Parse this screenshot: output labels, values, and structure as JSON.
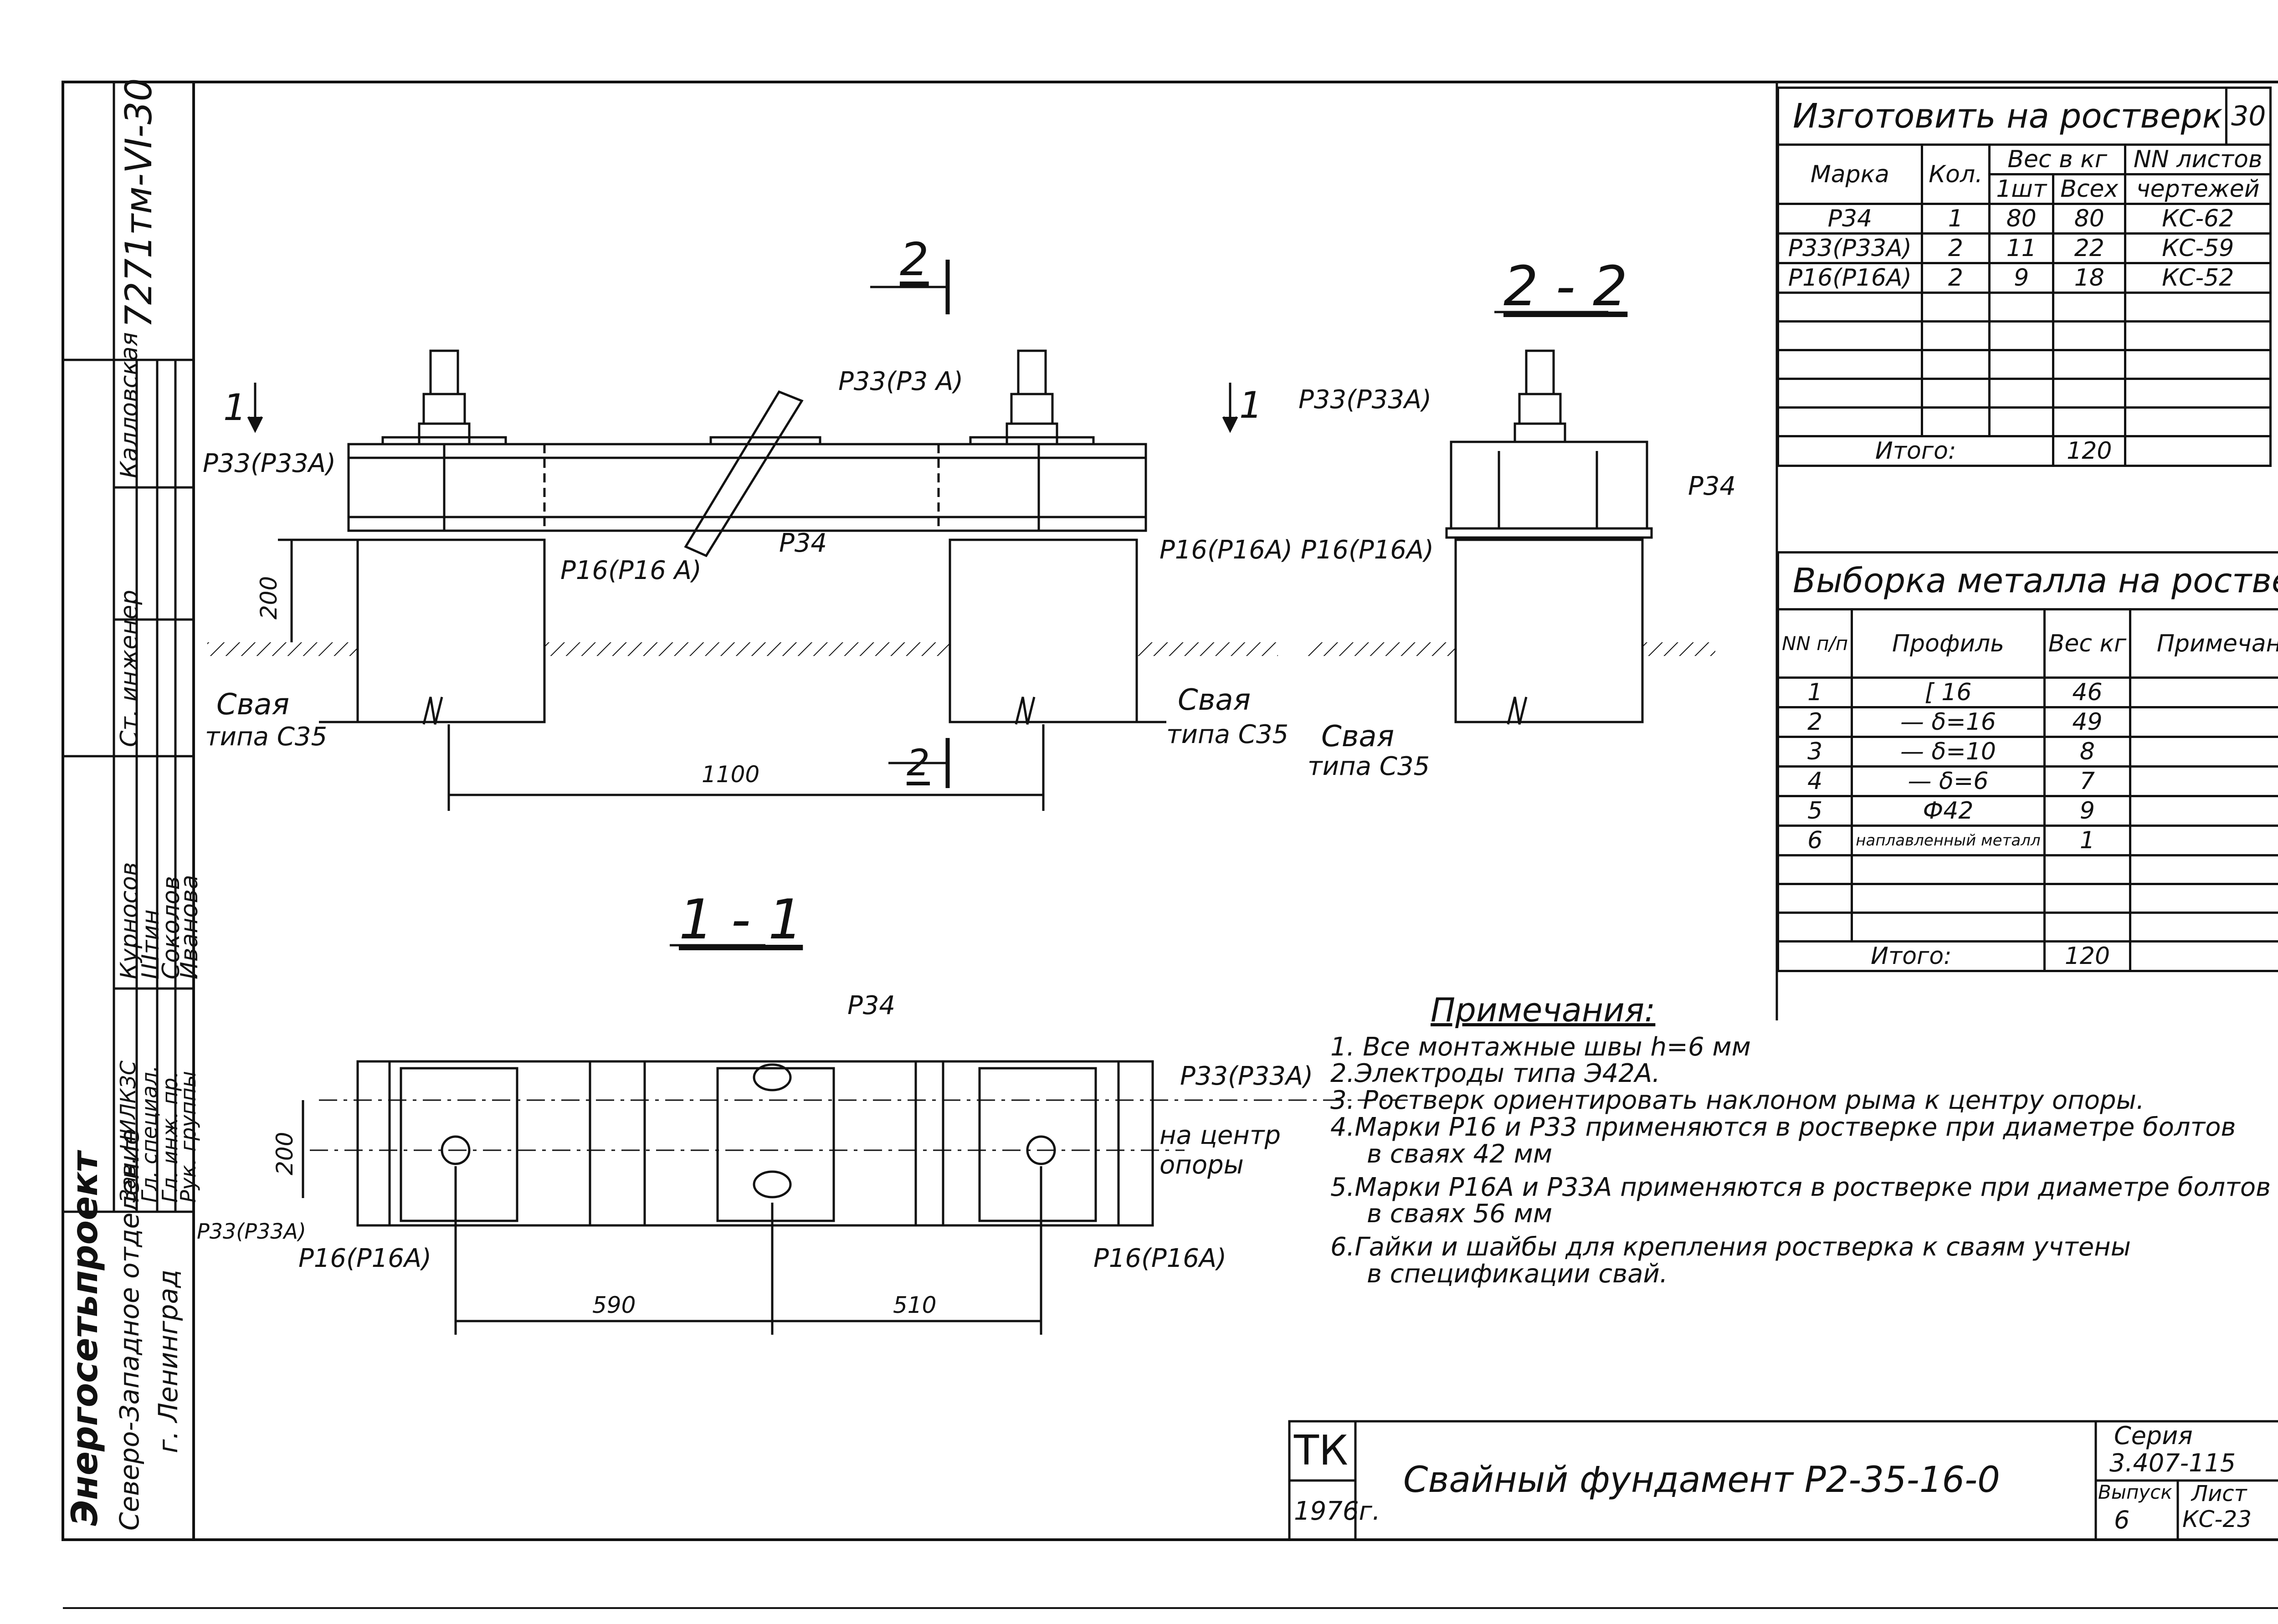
{
  "stamp": {
    "code": "7271тм-VI-30"
  },
  "side_block": {
    "org": "Энергосетьпроект",
    "branch": "Северо-Западное отделение",
    "city": "г. Ленинград",
    "roles": [
      {
        "role": "Зав. НИЛКЗС",
        "name": "Курносов"
      },
      {
        "role": "Гл. специал.",
        "name": "Штин"
      },
      {
        "role": "Гл. инж. пр.",
        "name": "Соколов"
      },
      {
        "role": "Рук. группы",
        "name": "Иванова"
      },
      {
        "role": "Ст. инженер",
        "name": "Калловская"
      }
    ]
  },
  "sections": {
    "front_cut_mark": "2",
    "cut_2_2_title": "2 - 2",
    "cut_1_1_title": "1 - 1",
    "cut_1_mark": "1"
  },
  "labels": {
    "p33_left": "Р33(Р33А)",
    "p33_top": "Р33(Р3 А)",
    "p34_front": "Р34",
    "p16_left": "Р16(Р16 А)",
    "p16_right": "Р16(Р16А)",
    "pile_left": "Свая",
    "pile_left_type": "типа С35",
    "pile_right": "Свая",
    "pile_right_type": "типа С35",
    "dim_200_front": "200",
    "dim_1100": "1100",
    "s22_p33": "Р33(Р33А)",
    "s22_p34": "Р34",
    "s22_p16": "Р16(Р16А)",
    "s22_pile": "Свая",
    "s22_pile_type": "типа С35",
    "plan_p34": "Р34",
    "plan_p33_right": "Р33(Р33А)",
    "plan_center_1": "на центр",
    "plan_center_2": "опоры",
    "plan_p33_left": "Р33(Р33А)",
    "plan_p16_left": "Р16(Р16А)",
    "plan_p16_right": "Р16(Р16А)",
    "plan_dim_200": "200",
    "plan_dim_590": "590",
    "plan_dim_510": "510"
  },
  "table1": {
    "caption": "Изготовить на ростверк",
    "sheet_no": "30",
    "head": {
      "mark": "Марка",
      "qty": "Кол.",
      "weight": "Вес в кг",
      "one": "1шт",
      "all": "Всех",
      "sheets": "NN листов",
      "sheets2": "чертежей"
    },
    "rows": [
      {
        "mark": "Р34",
        "qty": "1",
        "one": "80",
        "all": "80",
        "sheet": "КС-62"
      },
      {
        "mark": "Р33(Р33А)",
        "qty": "2",
        "one": "11",
        "all": "22",
        "sheet": "КС-59"
      },
      {
        "mark": "Р16(Р16А)",
        "qty": "2",
        "one": "9",
        "all": "18",
        "sheet": "КС-52"
      }
    ],
    "total_label": "Итого:",
    "total": "120"
  },
  "table2": {
    "caption": "Выборка металла на ростверк",
    "head": {
      "nn": "NN п/п",
      "profile": "Профиль",
      "weight": "Вес кг",
      "note": "Примечание"
    },
    "rows": [
      {
        "nn": "1",
        "profile": "[ 16",
        "weight": "46"
      },
      {
        "nn": "2",
        "profile": "— δ=16",
        "weight": "49"
      },
      {
        "nn": "3",
        "profile": "— δ=10",
        "weight": "8"
      },
      {
        "nn": "4",
        "profile": "— δ=6",
        "weight": "7"
      },
      {
        "nn": "5",
        "profile": "Ф42",
        "weight": "9"
      },
      {
        "nn": "6",
        "profile": "наплавленный металл",
        "weight": "1"
      }
    ],
    "total_label": "Итого:",
    "total": "120"
  },
  "notes": {
    "heading": "Примечания:",
    "items": [
      "1. Все монтажные швы h=6 мм",
      "2.Электроды типа Э42А.",
      "3. Ростверк ориентировать наклоном рыма к центру опоры.",
      "4.Марки Р16 и Р33 применяются в ростверке при диаметре болтов",
      "в сваях 42 мм",
      "5.Марки Р16А и Р33А применяются в ростверке при диаметре болтов",
      "в сваях 56 мм",
      "6.Гайки и шайбы для крепления ростверка к сваям учтены",
      "в спецификации свай."
    ]
  },
  "title_block": {
    "org_code": "ТК",
    "year": "1976г.",
    "title": "Свайный фундамент Р2-35-16-0",
    "series_label": "Серия",
    "series": "3.407-115",
    "issue_label": "Выпуск",
    "issue": "6",
    "sheet_label": "Лист",
    "sheet": "КС-23"
  }
}
